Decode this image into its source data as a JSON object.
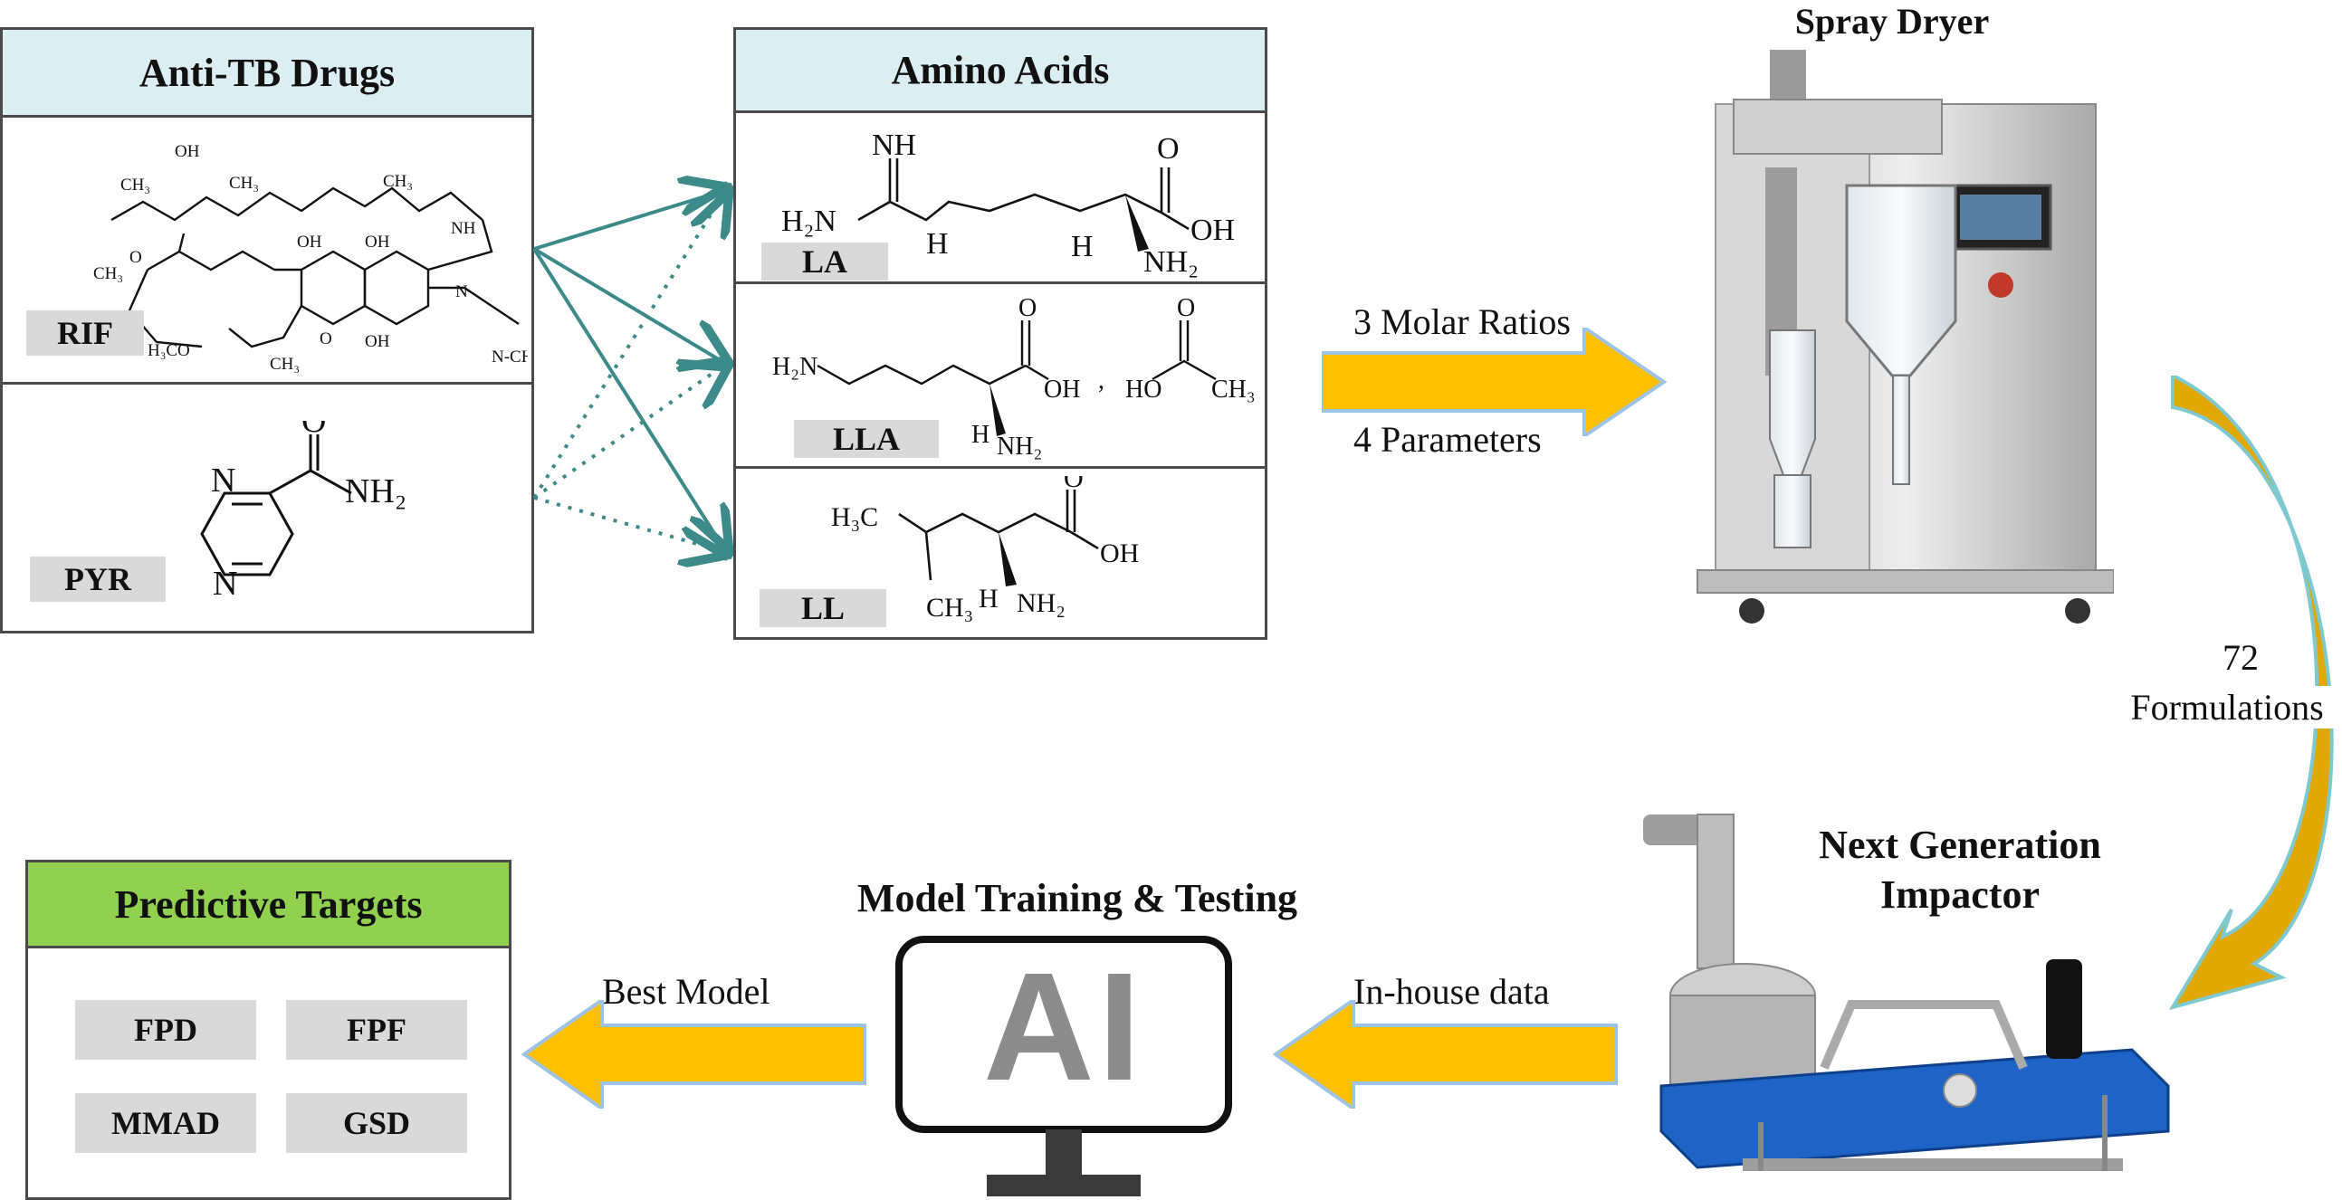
{
  "anti_tb": {
    "title": "Anti-TB Drugs",
    "drugs": [
      {
        "label": "RIF"
      },
      {
        "label": "PYR"
      }
    ]
  },
  "amino_acids": {
    "title": "Amino Acids",
    "items": [
      {
        "label": "LA"
      },
      {
        "label": "LLA"
      },
      {
        "label": "LL"
      }
    ]
  },
  "spray_dryer": {
    "title": "Spray Dryer",
    "arrow_top": "3 Molar Ratios",
    "arrow_bottom": "4 Parameters"
  },
  "formulations": {
    "count": "72",
    "label": "Formulations"
  },
  "impactor": {
    "title": "Next Generation Impactor",
    "line1": "Next Generation",
    "line2": "Impactor"
  },
  "inhouse": {
    "label": "In-house data"
  },
  "model": {
    "title": "Model Training & Testing",
    "screen_text": "AI"
  },
  "best_model": {
    "label": "Best Model"
  },
  "targets": {
    "title": "Predictive Targets",
    "items": [
      {
        "label": "FPD"
      },
      {
        "label": "FPF"
      },
      {
        "label": "MMAD"
      },
      {
        "label": "GSD"
      }
    ]
  },
  "colors": {
    "header_fill": "#daeef3",
    "targets_header_fill": "#92d050",
    "arrow_fill": "#ffc000",
    "connector": "#3c8a8a",
    "label_fill": "#d9d9d9"
  }
}
